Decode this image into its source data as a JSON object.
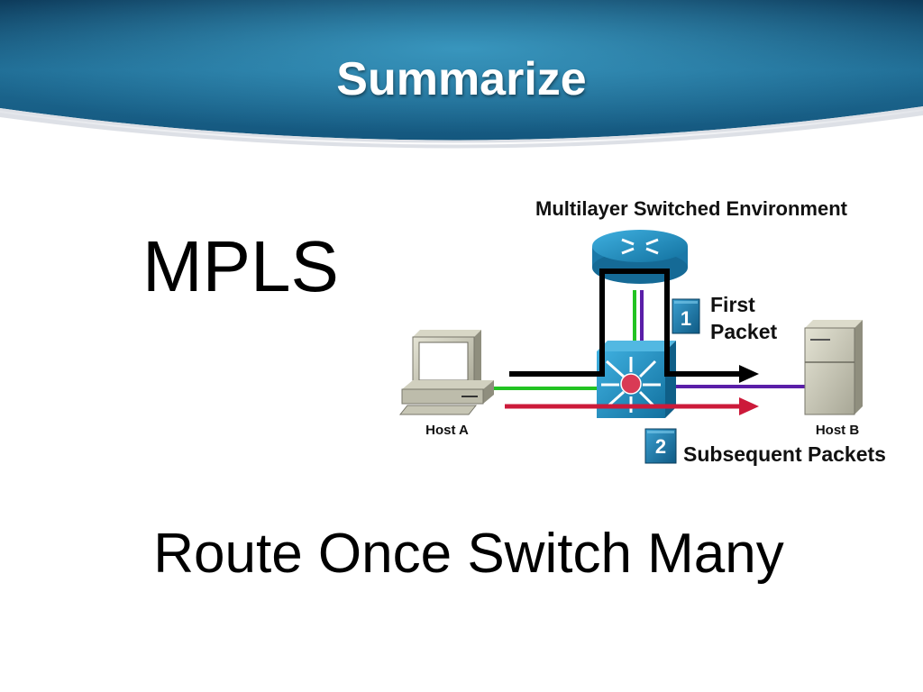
{
  "slide": {
    "title": "Summarize",
    "heading": "MPLS",
    "tagline": "Route Once Switch Many"
  },
  "diagram": {
    "title": "Multilayer Switched Environment",
    "host_a": "Host A",
    "host_b": "Host B",
    "step1": {
      "number": "1",
      "line1": "First",
      "line2": "Packet"
    },
    "step2": {
      "number": "2",
      "label": "Subsequent Packets"
    },
    "icons": [
      "router-icon",
      "multilayer-switch-icon",
      "workstation-icon",
      "server-icon"
    ]
  },
  "colors": {
    "banner_dark": "#0b3350",
    "banner_light": "#2b7fa6",
    "device_blue": "#1f8ec2",
    "path_black": "#000000",
    "path_green": "#22c322",
    "path_purple": "#5a1ea8",
    "path_red": "#cc1a3a",
    "badge_blue": "#1d6e9c"
  }
}
